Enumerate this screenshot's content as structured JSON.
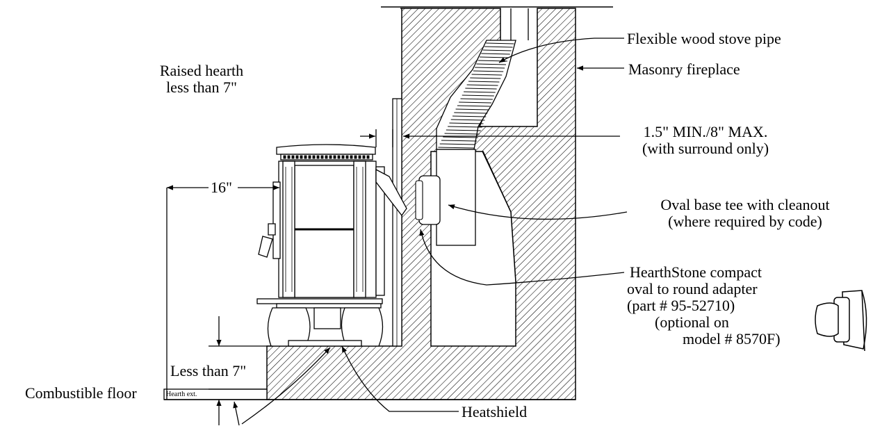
{
  "labels": {
    "raised_hearth": [
      "Raised hearth",
      "less than 7\""
    ],
    "flexible_pipe": "Flexible wood stove pipe",
    "masonry_fireplace": "Masonry fireplace",
    "clearance": [
      "1.5\" MIN./8\" MAX.",
      "(with surround only)"
    ],
    "dim_16": "16\"",
    "oval_tee": [
      "Oval base tee with cleanout",
      "(where required by code)"
    ],
    "adapter": [
      "HearthStone compact",
      "oval to round adapter",
      "(part # 95-52710)",
      "(optional on",
      "model # 8570F)"
    ],
    "less_than_7": "Less than 7\"",
    "combustible_floor": "Combustible floor",
    "hearth_ext": "Hearth ext.",
    "heatshield": "Heatshield"
  },
  "colors": {
    "line": "#000000",
    "background": "#ffffff"
  }
}
